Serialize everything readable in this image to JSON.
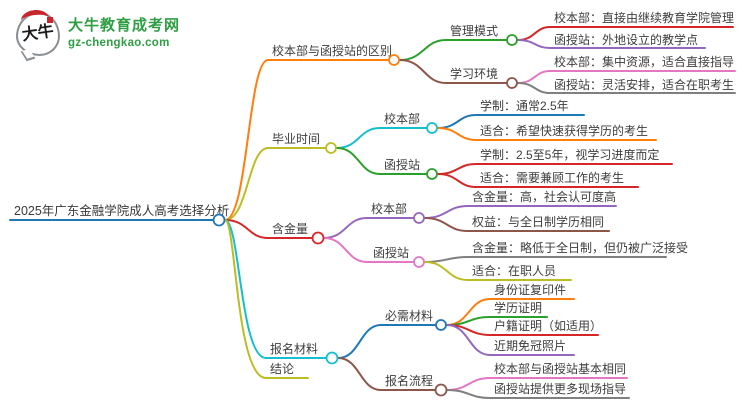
{
  "logo": {
    "icon_text": "大牛",
    "title": "大牛教育成考网",
    "url": "gz-chengkao.com"
  },
  "root": {
    "label": "2025年广东金融学院成人高考选择分析"
  },
  "branches": [
    {
      "label": "校本部与函授站的区别",
      "children": [
        {
          "label": "管理模式",
          "children": [
            {
              "label": "校本部：直接由继续教育学院管理"
            },
            {
              "label": "函授站：外地设立的教学点"
            }
          ]
        },
        {
          "label": "学习环境",
          "children": [
            {
              "label": "校本部：集中资源，适合直接指导"
            },
            {
              "label": "函授站：灵活安排，适合在职考生"
            }
          ]
        }
      ]
    },
    {
      "label": "毕业时间",
      "children": [
        {
          "label": "校本部",
          "children": [
            {
              "label": "学制：通常2.5年"
            },
            {
              "label": "适合：希望快速获得学历的考生"
            }
          ]
        },
        {
          "label": "函授站",
          "children": [
            {
              "label": "学制：2.5至5年，视学习进度而定"
            },
            {
              "label": "适合：需要兼顾工作的考生"
            }
          ]
        }
      ]
    },
    {
      "label": "含金量",
      "children": [
        {
          "label": "校本部",
          "children": [
            {
              "label": "含金量：高，社会认可度高"
            },
            {
              "label": "权益：与全日制学历相同"
            }
          ]
        },
        {
          "label": "函授站",
          "children": [
            {
              "label": "含金量：略低于全日制，但仍被广泛接受"
            },
            {
              "label": "适合：在职人员"
            }
          ]
        }
      ]
    },
    {
      "label": "报名材料",
      "children": [
        {
          "label": "必需材料",
          "children": [
            {
              "label": "身份证复印件"
            },
            {
              "label": "学历证明"
            },
            {
              "label": "户籍证明（如适用）"
            },
            {
              "label": "近期免冠照片"
            }
          ]
        },
        {
          "label": "报名流程",
          "children": [
            {
              "label": "校本部与函授站基本相同"
            },
            {
              "label": "函授站提供更多现场指导"
            }
          ]
        }
      ]
    },
    {
      "label": "结论"
    }
  ],
  "palette": {
    "blue": "#1f77b4",
    "orange": "#ff7f0e",
    "green": "#2ca02c",
    "red": "#d62728",
    "purple": "#9467bd",
    "brown": "#8c564b",
    "pink": "#e377c2",
    "gray": "#7f7f7f",
    "olive": "#bcbd22",
    "cyan": "#17becf",
    "logo_green": "#2f9e44",
    "text": "#3d3d3d"
  }
}
